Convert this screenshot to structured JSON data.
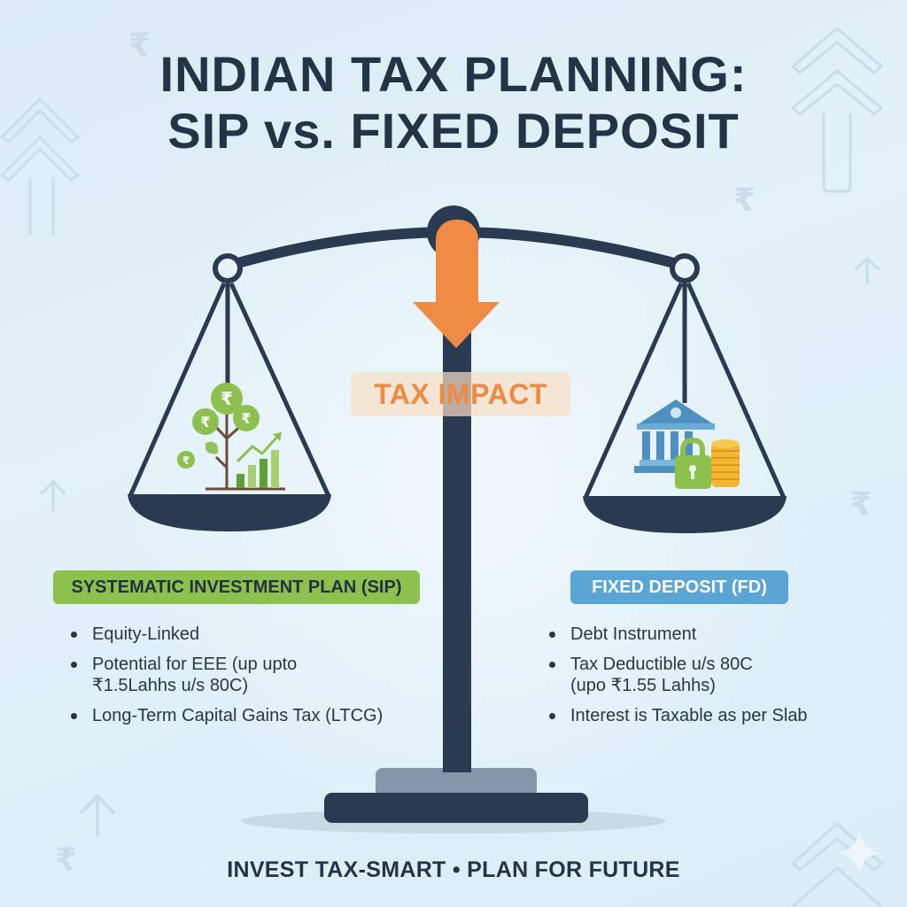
{
  "title": {
    "line1": "INDIAN TAX PLANNING:",
    "line2": "SIP vs. FIXED DEPOSIT"
  },
  "center": {
    "label": "TAX IMPACT",
    "arrow_icon": "down-arrow-icon"
  },
  "left_pan": {
    "icon": "money-tree-growth-chart-icon",
    "rupee_symbol": "₹"
  },
  "right_pan": {
    "icon": "bank-lock-coins-icon"
  },
  "sip": {
    "heading": "SYSTEMATIC INVESTMENT PLAN (SIP)",
    "points": [
      "Equity-Linked",
      "Potential for EEE (up upto",
      "₹1.5Lahhs u/s 80C)",
      "Long-Term Capital Gains Tax (LTCG)"
    ]
  },
  "fd": {
    "heading": "FIXED DEPOSIT (FD)",
    "points": [
      "Debt Instrument",
      "Tax Deductible u/s 80C",
      "(upo ₹1.55 Lahhs)",
      "Interest is Taxable as per Slab"
    ]
  },
  "footer": {
    "tagline": "INVEST TAX-SMART • PLAN FOR FUTURE"
  },
  "decorations": {
    "rupee": "₹"
  },
  "colors": {
    "navy": "#2a3a50",
    "orange": "#ee8a42",
    "green": "#8dc04e",
    "blue": "#5aa5d3",
    "gold": "#f2b632",
    "background": "#dcebf4"
  }
}
